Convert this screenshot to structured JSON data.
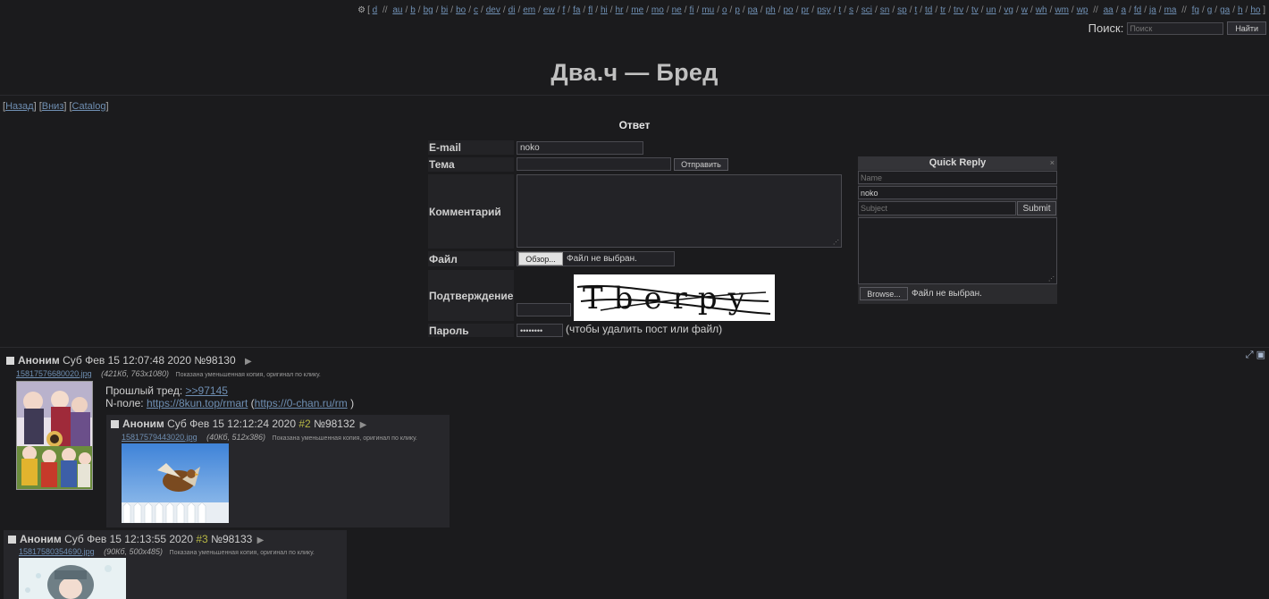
{
  "nav": {
    "gear": "⚙",
    "boards": [
      "d",
      "//",
      "au",
      "b",
      "bg",
      "bi",
      "bo",
      "c",
      "dev",
      "di",
      "em",
      "ew",
      "f",
      "fa",
      "fl",
      "hi",
      "hr",
      "me",
      "mo",
      "ne",
      "fi",
      "mu",
      "o",
      "p",
      "pa",
      "ph",
      "po",
      "pr",
      "psy",
      "t",
      "s",
      "sci",
      "sn",
      "sp",
      "t",
      "td",
      "tr",
      "trv",
      "tv",
      "un",
      "vg",
      "w",
      "wh",
      "wm",
      "wp",
      "//",
      "aa",
      "a",
      "fd",
      "ja",
      "ma",
      "//",
      "fg",
      "g",
      "ga",
      "h",
      "ho"
    ]
  },
  "search": {
    "label": "Поиск:",
    "placeholder": "Поиск",
    "button": "Найти"
  },
  "page_title": "Два.ч — Бред",
  "topnav": {
    "back": "Назад",
    "down": "Вниз",
    "catalog": "Catalog"
  },
  "reply_heading": "Ответ",
  "form": {
    "email_label": "E-mail",
    "email_value": "noko",
    "subject_label": "Тема",
    "submit": "Отправить",
    "comment_label": "Комментарий",
    "file_label": "Файл",
    "browse": "Обзор...",
    "no_file": "Файл не выбран.",
    "captcha_label": "Подтверждение",
    "captcha_text": "Tberpy",
    "password_label": "Пароль",
    "password_value": "••••••••",
    "password_hint": "(чтобы удалить пост или файл)"
  },
  "quick_reply": {
    "title": "Quick Reply",
    "close": "×",
    "name_placeholder": "Name",
    "email_value": "noko",
    "subject_placeholder": "Subject",
    "submit": "Submit",
    "browse": "Browse...",
    "no_file": "Файл не выбран."
  },
  "expand_icons": "⤢ ▣",
  "thread": {
    "op": {
      "name": "Аноним",
      "date": "Суб Фев 15 12:07:48 2020",
      "num": "№98130",
      "filename": "15817576680020.jpg",
      "filemeta": "(421Кб, 763x1080)",
      "filenote": "Показана уменьшенная копия, оригинал по клику.",
      "prev_label": "Прошлый тред:",
      "prev_link": ">>97145",
      "npole_label": "N-поле:",
      "npole_link1": "https://8kun.top/rmart",
      "npole_link2": "https://0-chan.ru/rm",
      "npole_close": ")"
    },
    "replies": [
      {
        "name": "Аноним",
        "date": "Суб Фев 15 12:12:24 2020",
        "ordinal": "#2",
        "num": "№98132",
        "filename": "15817579443020.jpg",
        "filemeta": "(40Кб, 512x386)",
        "filenote": "Показана уменьшенная копия, оригинал по клику."
      },
      {
        "name": "Аноним",
        "date": "Суб Фев 15 12:13:55 2020",
        "ordinal": "#3",
        "num": "№98133",
        "filename": "15817580354690.jpg",
        "filemeta": "(90Кб, 500x485)",
        "filenote": "Показана уменьшенная копия, оригинал по клику."
      }
    ]
  },
  "colors": {
    "bg": "#1b1b1d",
    "link": "#6f8fb3",
    "ordinal": "#b7b745"
  }
}
